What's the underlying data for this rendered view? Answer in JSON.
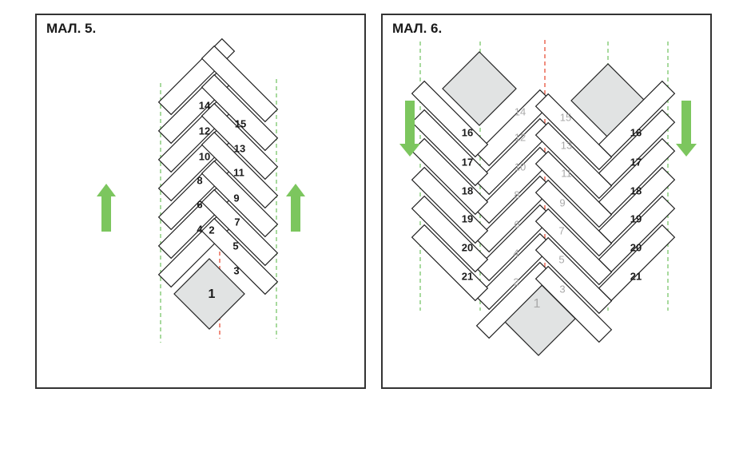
{
  "figure5": {
    "title": "МАЛ. 5.",
    "start_plank": "1",
    "left_numbers": [
      "14",
      "12",
      "10",
      "8",
      "6",
      "4"
    ],
    "right_numbers": [
      "15",
      "13",
      "11",
      "9",
      "7",
      "5",
      "3"
    ],
    "center_number": "2",
    "arrow_direction": "up"
  },
  "figure6": {
    "title": "МАЛ. 6.",
    "start_plank": "1",
    "inner_left_numbers": [
      "14",
      "12",
      "10",
      "8",
      "6",
      "4",
      "2"
    ],
    "inner_right_numbers": [
      "15",
      "13",
      "11",
      "9",
      "7",
      "5",
      "3"
    ],
    "side_numbers": [
      "16",
      "17",
      "18",
      "19",
      "20",
      "21"
    ],
    "arrow_direction": "down"
  },
  "colors": {
    "guide_line": "#7ac66a",
    "center_line": "#e8503a",
    "arrow": "#7cc65e",
    "start_tile": "#e1e3e3",
    "outline": "#222222",
    "faded_number": "#a9a9a9"
  }
}
